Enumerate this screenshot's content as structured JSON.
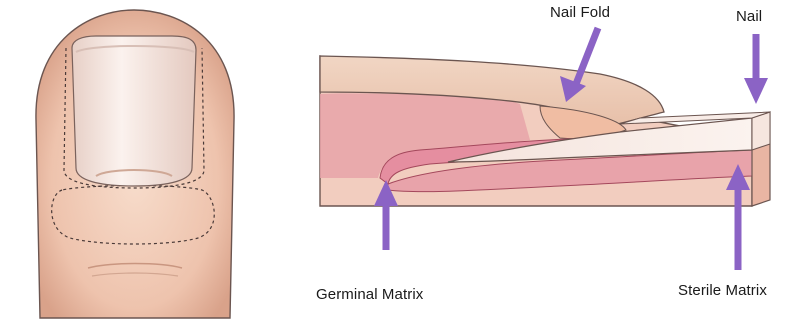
{
  "labels": {
    "nail_fold": "Nail Fold",
    "nail": "Nail",
    "germinal_matrix": "Germinal Matrix",
    "sterile_matrix": "Sterile Matrix"
  },
  "colors": {
    "skin_light": "#f3d3c0",
    "skin_mid": "#e9b9a2",
    "skin_shadow": "#d89e86",
    "nail_plate": "#f7e7e1",
    "matrix_pink": "#e58ea0",
    "arrow_purple": "#8b63c5",
    "outline": "#5a4a48"
  }
}
